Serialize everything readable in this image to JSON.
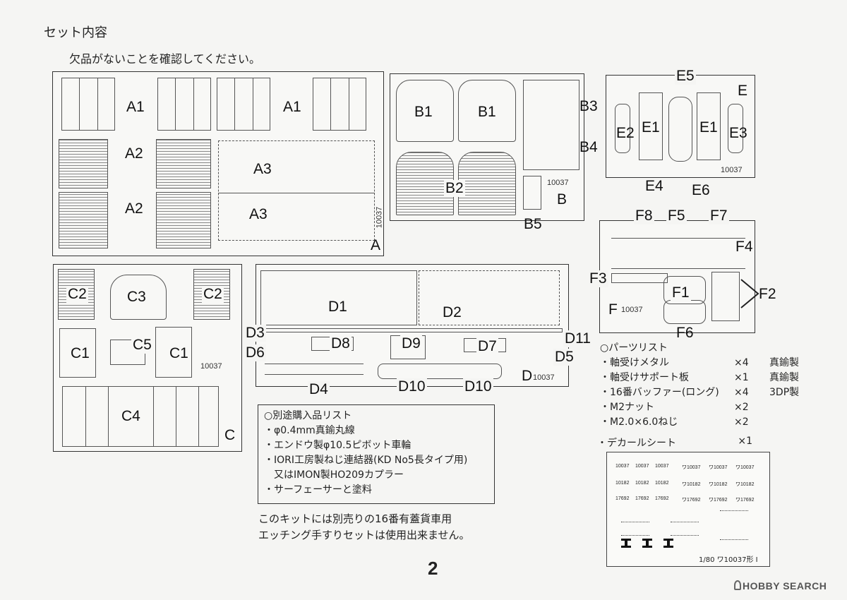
{
  "header": {
    "title": "セット内容",
    "subtitle": "欠品がないことを確認してください。"
  },
  "sheet_a": {
    "letter": "A",
    "code": "10037",
    "labels": [
      "A1",
      "A1",
      "A2",
      "A2",
      "A3",
      "A3"
    ]
  },
  "sheet_b": {
    "letter": "B",
    "code": "10037",
    "labels": [
      "B1",
      "B1",
      "B2",
      "B3",
      "B4",
      "B5"
    ]
  },
  "sheet_e": {
    "letter": "E",
    "code": "10037",
    "labels": [
      "E5",
      "E2",
      "E1",
      "E1",
      "E3",
      "E4",
      "E6"
    ]
  },
  "sheet_f": {
    "letter": "F",
    "code": "10037",
    "labels": [
      "F8",
      "F5",
      "F7",
      "F4",
      "F3",
      "F1",
      "F2",
      "F6"
    ]
  },
  "sheet_c": {
    "letter": "C",
    "code": "10037",
    "labels": [
      "C2",
      "C3",
      "C2",
      "C1",
      "C5",
      "C1",
      "C4"
    ]
  },
  "sheet_d": {
    "letter": "D",
    "code": "10037",
    "labels": [
      "D1",
      "D2",
      "D3",
      "D6",
      "D8",
      "D9",
      "D7",
      "D11",
      "D5",
      "D4",
      "D10",
      "D10"
    ]
  },
  "separate_purchase": {
    "heading": "○別途購入品リスト",
    "items": [
      "・φ0.4mm真鍮丸線",
      "・エンドウ製φ10.5ピボット車輪",
      "・IORI工房製ねじ連結器(KD No5長タイプ用)",
      "　又はIMON製HO209カプラー",
      "・サーフェーサーと塗料"
    ]
  },
  "footnote": [
    "このキットには別売りの16番有蓋貨車用",
    "エッチング手すりセットは使用出来ません。"
  ],
  "parts_list": {
    "heading": "○パーツリスト",
    "items": [
      {
        "name": "・軸受けメタル",
        "qty": "×4",
        "material": "真鍮製"
      },
      {
        "name": "・軸受けサポート板",
        "qty": "×1",
        "material": "真鍮製"
      },
      {
        "name": "・16番バッファー(ロング)",
        "qty": "×4",
        "material": "3DP製"
      },
      {
        "name": "・M2ナット",
        "qty": "×2",
        "material": ""
      },
      {
        "name": "・M2.0×6.0ねじ",
        "qty": "×2",
        "material": ""
      }
    ]
  },
  "decal": {
    "label": "・デカールシート",
    "qty": "×1",
    "caption": "1/80 ワ10037形 I",
    "numbers_row1": [
      "10037",
      "10037",
      "10037",
      "ワ10037",
      "ワ10037",
      "ワ10037"
    ],
    "numbers_row2": [
      "10182",
      "10182",
      "10182",
      "ワ10182",
      "ワ10182",
      "ワ10182"
    ],
    "numbers_row3": [
      "17692",
      "17692",
      "17692",
      "ワ17692",
      "ワ17692",
      "ワ17692"
    ]
  },
  "page": {
    "number": "2"
  },
  "watermark": {
    "text": "HOBBY SEARCH"
  }
}
